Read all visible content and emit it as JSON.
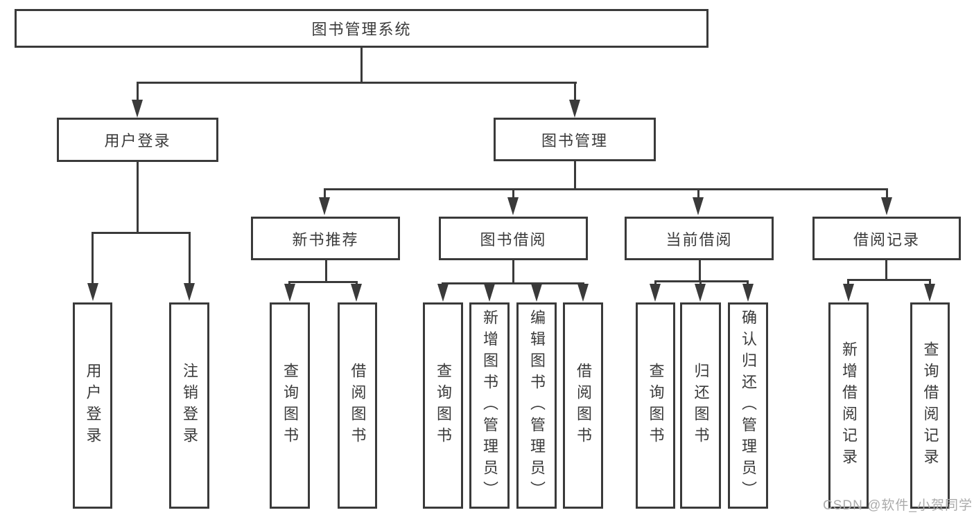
{
  "tree": {
    "root": {
      "label": "图书管理系统"
    },
    "children": [
      {
        "label": "用户登录",
        "children": [
          {
            "label": "用户登录"
          },
          {
            "label": "注销登录"
          }
        ]
      },
      {
        "label": "图书管理",
        "children": [
          {
            "label": "新书推荐",
            "children": [
              {
                "label": "查询图书"
              },
              {
                "label": "借阅图书"
              }
            ]
          },
          {
            "label": "图书借阅",
            "children": [
              {
                "label": "查询图书"
              },
              {
                "label": "新增图书（管理员）"
              },
              {
                "label": "编辑图书（管理员）"
              },
              {
                "label": "借阅图书"
              }
            ]
          },
          {
            "label": "当前借阅",
            "children": [
              {
                "label": "查询图书"
              },
              {
                "label": "归还图书"
              },
              {
                "label": "确认归还（管理员）"
              }
            ]
          },
          {
            "label": "借阅记录",
            "children": [
              {
                "label": "新增借阅记录"
              },
              {
                "label": "查询借阅记录"
              }
            ]
          }
        ]
      }
    ]
  },
  "watermark": {
    "text": "CSDN @软件_小贺同学"
  },
  "colors": {
    "line": "#3a3a3a",
    "text": "#3a3a3a",
    "watermark": "#ababab",
    "background": "#ffffff"
  }
}
